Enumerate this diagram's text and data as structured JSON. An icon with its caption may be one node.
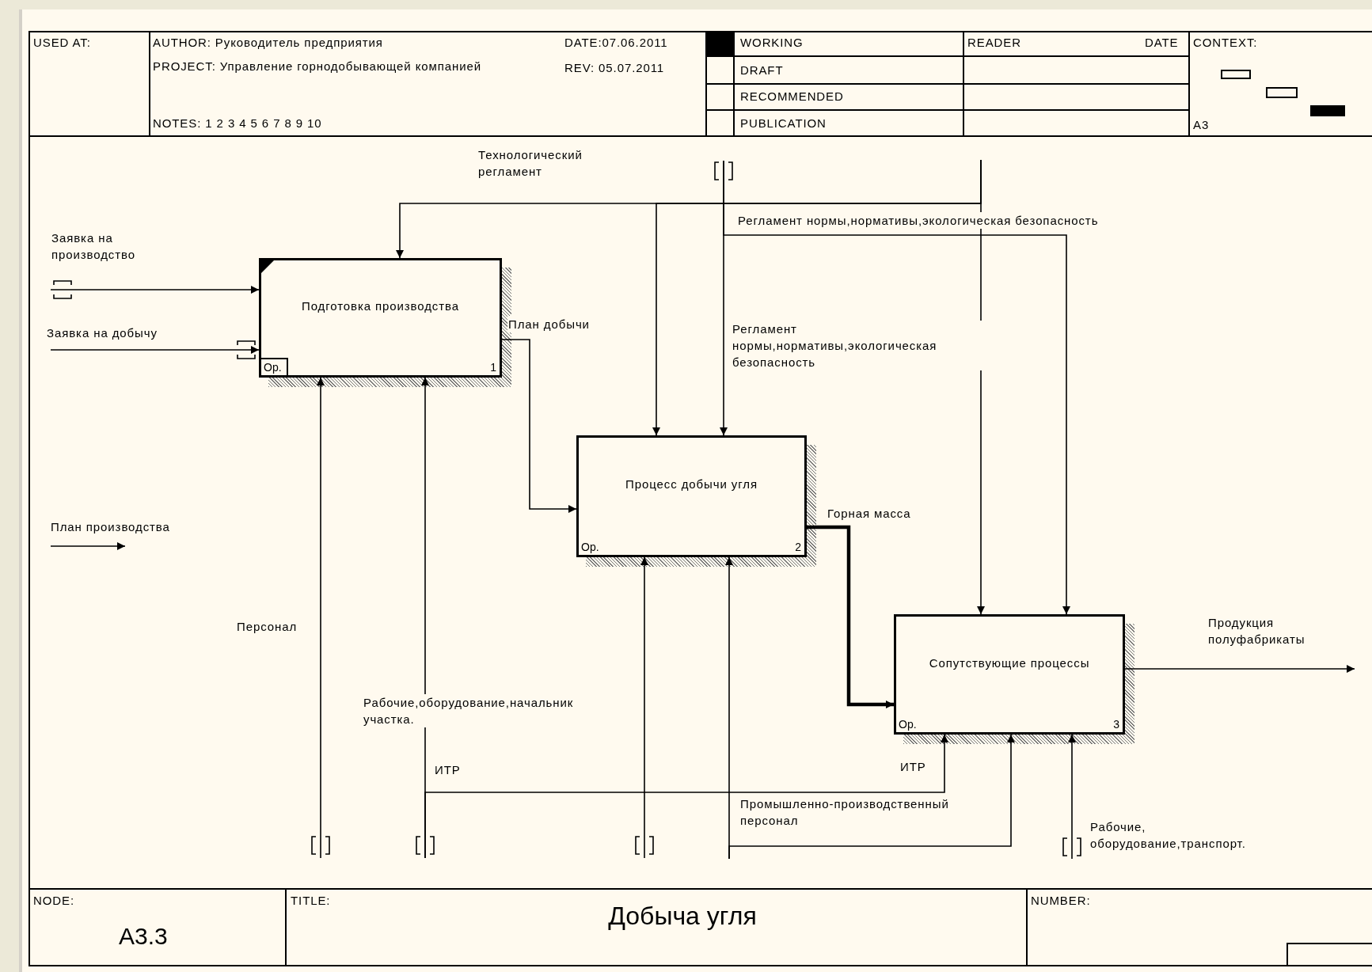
{
  "diagram": {
    "title": "Добыча угля",
    "nodes": [
      {
        "text": [
          "Подготовка производства",
          "Ор.",
          "1"
        ]
      },
      {
        "text": [
          "Процесс добычи угля",
          "Ор.",
          "2"
        ]
      },
      {
        "text": [
          "Сопутствующие процессы",
          "Ор.",
          "3"
        ]
      }
    ],
    "edges": [
      {
        "from": null,
        "to": 0,
        "arrow": "to",
        "label": "Заявка на производство"
      },
      {
        "from": null,
        "to": 0,
        "arrow": "to",
        "label": "Заявка на добычу"
      },
      {
        "from": 0,
        "to": 1,
        "arrow": "to",
        "label": "План добычи"
      },
      {
        "from": 1,
        "to": 2,
        "arrow": "to",
        "label": "Горная масса",
        "style": "thick"
      },
      {
        "from": 2,
        "to": null,
        "arrow": "to",
        "label": "Продукция полуфабрикаты"
      },
      {
        "from": null,
        "to": 0,
        "arrow": "to",
        "label": "Технологический регламент"
      },
      {
        "from": null,
        "to": 1,
        "arrow": "to"
      },
      {
        "from": null,
        "to": 2,
        "arrow": "to"
      },
      {
        "from": null,
        "to": 1,
        "arrow": "to",
        "label": "Регламент нормы,нормативы,экологическая безопасность"
      },
      {
        "from": null,
        "to": 2,
        "arrow": "to",
        "label": "Регламент нормы,нормативы,экологическая безопасность"
      },
      {
        "from": null,
        "to": 0,
        "arrow": "to",
        "label": "Персонал"
      },
      {
        "from": null,
        "to": 0,
        "arrow": "to",
        "label": "Рабочие,оборудование,начальник участка."
      },
      {
        "from": null,
        "to": 2,
        "arrow": "to",
        "label": "ИТР"
      },
      {
        "from": null,
        "to": 1,
        "arrow": "to"
      },
      {
        "from": null,
        "to": 1,
        "arrow": "to"
      },
      {
        "from": null,
        "to": 2,
        "arrow": "to",
        "label": "Промышленно-производственный персонал"
      },
      {
        "from": null,
        "to": 2,
        "arrow": "to",
        "label": "Рабочие, оборудование,транспорт."
      }
    ],
    "labels": [
      "USED AT:",
      "AUTHOR: Руководитель предприятия",
      "DATE:07.06.2011",
      "WORKING",
      "READER",
      "DATE",
      "CONTEXT:",
      "PROJECT: Управление горнодобывающей компанией",
      "REV: 05.07.2011",
      "DRAFT",
      "RECOMMENDED",
      "NOTES: 1 2 3 4 5 6 7 8 9 10",
      "PUBLICATION",
      "A3",
      "ИТР",
      "NODE:",
      "A3.3",
      "TITLE:",
      "NUMBER:"
    ],
    "legend": [
      {
        "text": "План производства"
      }
    ]
  }
}
